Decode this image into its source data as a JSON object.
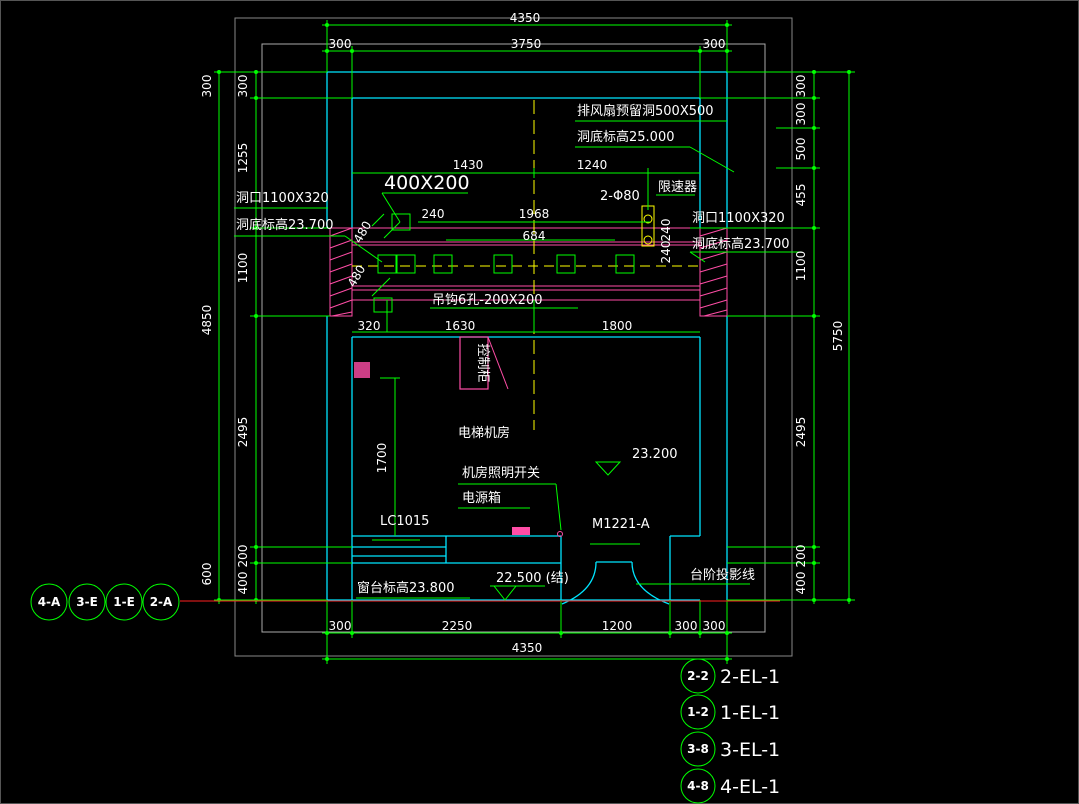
{
  "drawing": {
    "room_name": "电梯机房",
    "dims": {
      "top_total": "4350",
      "top_left": "300",
      "top_mid": "3750",
      "top_right": "300",
      "bottom_left": "300",
      "bottom_2250": "2250",
      "bottom_1200": "1200",
      "bottom_r1": "300",
      "bottom_r2": "300",
      "bottom_total": "4350",
      "left_300a": "300",
      "left_300b": "300",
      "left_1255": "1255",
      "left_4850": "4850",
      "left_1100": "1100",
      "left_2495": "2495",
      "left_600": "600",
      "left_200": "200",
      "left_400": "400",
      "right_300a": "300",
      "right_300b": "300",
      "right_500": "500",
      "right_455": "455",
      "right_1100": "1100",
      "right_5750": "5750",
      "right_2495": "2495",
      "right_200": "200",
      "right_400": "400",
      "beam_1430": "1430",
      "beam_1240": "1240",
      "beam_240a": "240",
      "beam_1968": "1968",
      "beam_684": "684",
      "beam_240b": "240",
      "beam_240c": "240",
      "beam_320": "320",
      "beam_1630": "1630",
      "beam_1800": "1800",
      "diag_480a": "480",
      "diag_480b": "480",
      "h_1700": "1700"
    },
    "labels": {
      "fan_hole": "排风扇预留洞500X500",
      "fan_hole_elev": "洞底标高25.000",
      "hole_left": "洞口1100X320",
      "hole_left_elev": "洞底标高23.700",
      "hole_right": "洞口1100X320",
      "hole_right_elev": "洞底标高23.700",
      "hole_400": "400X200",
      "holes_2phi": "2-Φ80",
      "limiter": "限速器",
      "hook": "吊钩6孔-200X200",
      "control_cab": "控制柜",
      "room": "电梯机房",
      "elev_232": "23.200",
      "light_switch": "机房照明开关",
      "power_box": "电源箱",
      "window": "LC1015",
      "door": "M1221-A",
      "sill": "窗台标高23.800",
      "elev_225": "22.500 (结)",
      "step_line": "台阶投影线"
    },
    "grid_bubbles": [
      "4-A",
      "3-E",
      "1-E",
      "2-A"
    ],
    "section_refs": [
      {
        "bubble": "2-2",
        "text": "2-EL-1"
      },
      {
        "bubble": "1-2",
        "text": "1-EL-1"
      },
      {
        "bubble": "3-8",
        "text": "3-EL-1"
      },
      {
        "bubble": "4-8",
        "text": "4-EL-1"
      }
    ]
  },
  "colors": {
    "background": "#000000",
    "wall": "#00e5ff",
    "dimension": "#00ff00",
    "hatch": "#ff4da6",
    "axis": "#ffff00",
    "text": "#ffffff",
    "red": "#ff2020"
  }
}
